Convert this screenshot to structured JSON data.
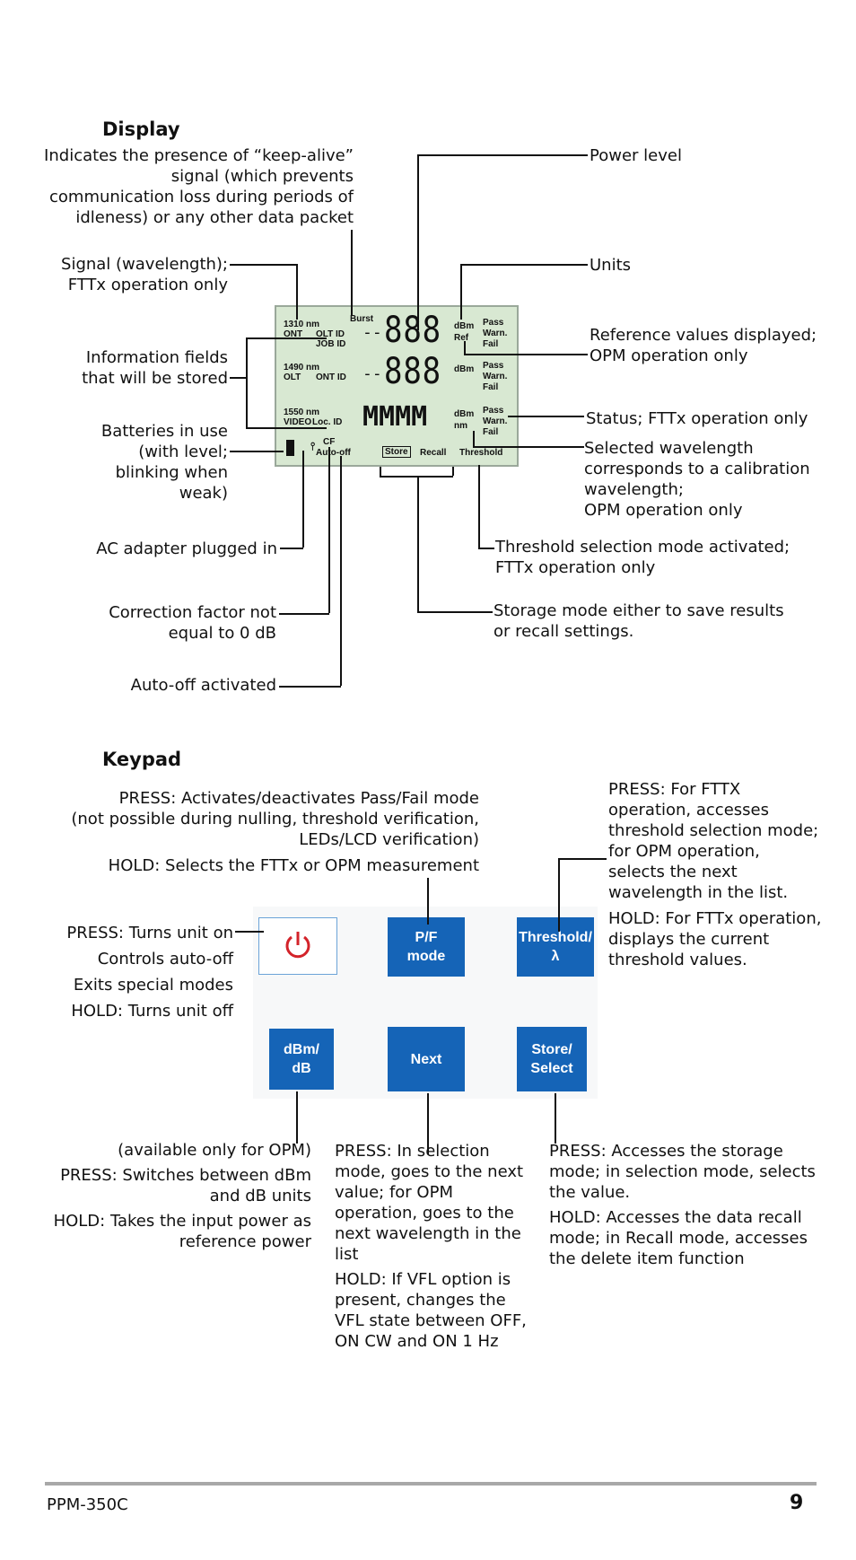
{
  "display": {
    "heading": "Display",
    "keepalive": [
      "Indicates the presence of “keep-alive”",
      "signal (which prevents",
      "communication loss during periods of",
      "idleness) or any other data packet"
    ],
    "signal": [
      "Signal (wavelength);",
      "FTTx operation only"
    ],
    "info": [
      "Information fields",
      "that will be stored"
    ],
    "batteries": [
      "Batteries in use",
      "(with level;",
      "blinking when",
      "weak)"
    ],
    "ac": "AC adapter plugged in",
    "correction": [
      "Correction factor not",
      "equal to 0 dB"
    ],
    "autooff": "Auto-off activated",
    "power_level": "Power level",
    "units": "Units",
    "reference": [
      "Reference values displayed;",
      "OPM operation only"
    ],
    "status": "Status; FTTx operation only",
    "selected": [
      "Selected wavelength",
      "corresponds to a calibration",
      "wavelength;",
      "OPM operation only"
    ],
    "threshold": [
      "Threshold selection mode activated;",
      "FTTx operation only"
    ],
    "storage": [
      "Storage mode either to save results",
      "or recall settings."
    ]
  },
  "lcd": {
    "row1_nm": "1310 nm",
    "row1_a": "ONT",
    "row1_b": "OLT ID",
    "row1_c": "JOB ID",
    "burst": "Burst",
    "row2_nm": "1490 nm",
    "row2_a": "OLT",
    "row2_b": "ONT ID",
    "row3_nm": "1550 nm",
    "row3_a": "VIDEO",
    "row3_b": "Loc. ID",
    "cf": "CF",
    "autooff": "Auto-off",
    "store": "Store",
    "recall": "Recall",
    "threshold": "Threshold",
    "digits1": "888",
    "digits2": "888",
    "digits3": "MMMM",
    "dashes": "--",
    "dbm": "dBm",
    "ref": "Ref",
    "nm": "nm",
    "pass": "Pass",
    "warn": "Warn.",
    "fail": "Fail"
  },
  "keypad": {
    "heading": "Keypad",
    "pf_desc": [
      "PRESS: Activates/deactivates Pass/Fail mode",
      "(not possible during nulling, threshold verification,",
      "LEDs/LCD verification)"
    ],
    "pf_hold": "HOLD: Selects the FTTx or OPM measurement",
    "power_desc": [
      "PRESS: Turns unit on",
      "Controls auto-off",
      "Exits special modes",
      "HOLD: Turns unit off"
    ],
    "threshold_desc": [
      "PRESS: For FTTX",
      "operation, accesses",
      "threshold selection mode;",
      "for OPM operation,",
      "selects the next",
      "wavelength in the list."
    ],
    "threshold_hold": [
      "HOLD: For FTTx operation,",
      "displays the current",
      "threshold values."
    ],
    "dbm_desc": [
      "(available only for OPM)",
      "PRESS: Switches between dBm",
      "and dB units"
    ],
    "dbm_hold": [
      "HOLD: Takes the input power as",
      "reference power"
    ],
    "next_desc": [
      "PRESS: In selection",
      "mode, goes to the next",
      "value; for OPM",
      "operation, goes to the",
      "next wavelength in the",
      "list"
    ],
    "next_hold": [
      "HOLD: If VFL option is",
      "present, changes the",
      "VFL state between OFF,",
      "ON CW and ON 1 Hz"
    ],
    "store_desc": [
      "PRESS: Accesses the storage",
      "mode; in selection mode, selects",
      "the value."
    ],
    "store_hold": [
      "HOLD: Accesses the data recall",
      "mode; in Recall mode, accesses",
      "the delete item function"
    ],
    "keys": {
      "pf": [
        "P/F",
        "mode"
      ],
      "threshold": [
        "Threshold/",
        "λ"
      ],
      "dbm": [
        "dBm/",
        "dB"
      ],
      "next": "Next",
      "store": [
        "Store/",
        "Select"
      ]
    },
    "power_icon": "power-icon"
  },
  "footer": {
    "model": "PPM-350C",
    "page": "9"
  },
  "colors": {
    "key_blue": "#1564b7",
    "lcd_bg": "#d8e8d2",
    "power_red": "#d3232a"
  }
}
